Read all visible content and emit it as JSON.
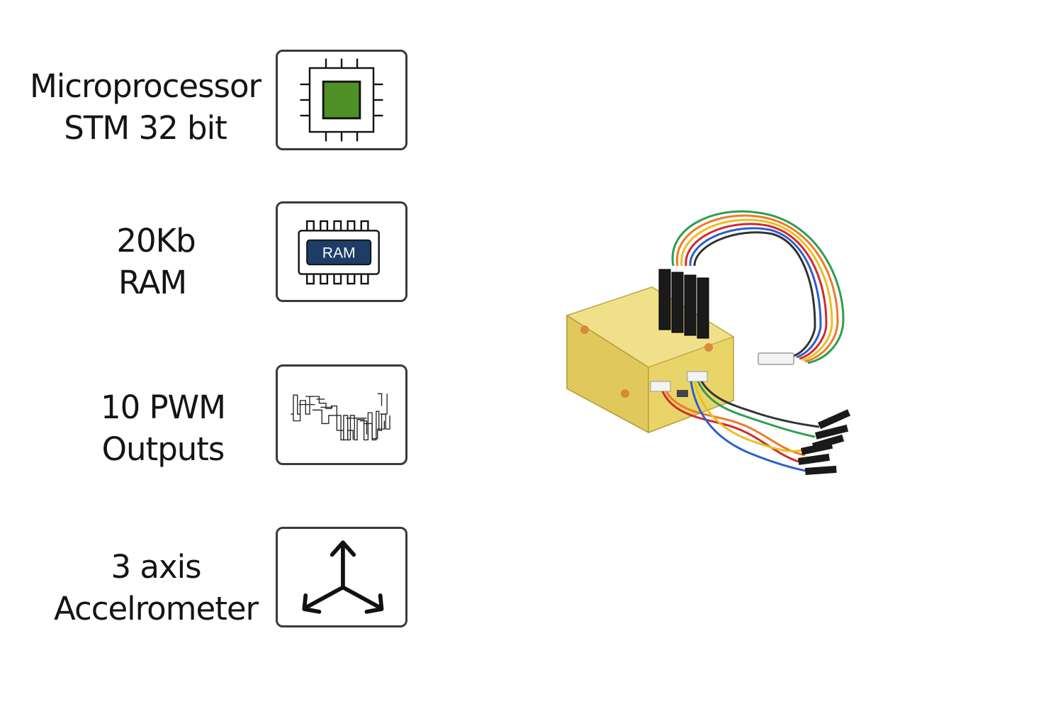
{
  "features": [
    {
      "line1": "Microprocessor",
      "line2": "STM 32 bit",
      "icon": "cpu-chip-icon",
      "chip_color": "#4e8f26"
    },
    {
      "line1": "20Kb",
      "line2": "RAM",
      "icon": "ram-chip-icon",
      "chip_text": "RAM",
      "chip_color": "#1d3c66"
    },
    {
      "line1": "10 PWM",
      "line2": "Outputs",
      "icon": "pwm-signal-icon"
    },
    {
      "line1": "3 axis",
      "line2": "Accelrometer",
      "icon": "three-axis-icon"
    }
  ],
  "product": {
    "icon": "flight-controller-board-with-cables",
    "case_color": "#e9d46a"
  }
}
